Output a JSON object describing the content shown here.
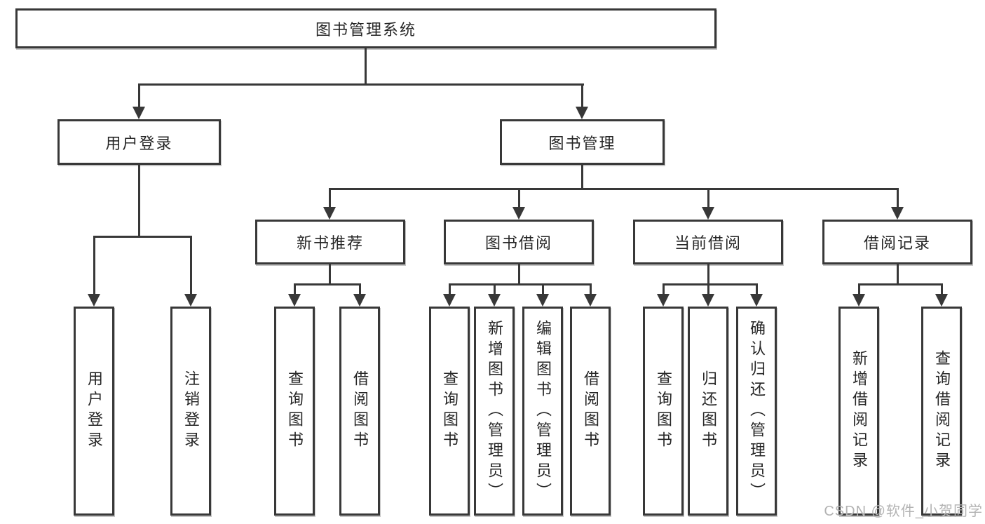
{
  "root": {
    "label": "图书管理系统"
  },
  "modules": [
    {
      "label": "用户登录",
      "children": [
        {
          "label": "用户登录"
        },
        {
          "label": "注销登录"
        }
      ]
    },
    {
      "label": "图书管理",
      "children": [
        {
          "label": "新书推荐",
          "children": [
            {
              "label": "查询图书"
            },
            {
              "label": "借阅图书"
            }
          ]
        },
        {
          "label": "图书借阅",
          "children": [
            {
              "label": "查询图书"
            },
            {
              "label": "新增图书（管理员）"
            },
            {
              "label": "编辑图书（管理员）"
            },
            {
              "label": "借阅图书"
            }
          ]
        },
        {
          "label": "当前借阅",
          "children": [
            {
              "label": "查询图书"
            },
            {
              "label": "归还图书"
            },
            {
              "label": "确认归还（管理员）"
            }
          ]
        },
        {
          "label": "借阅记录",
          "children": [
            {
              "label": "新增借阅记录"
            },
            {
              "label": "查询借阅记录"
            }
          ]
        }
      ]
    }
  ],
  "watermark": {
    "text": "CSDN @软件_小贺同学"
  },
  "colors": {
    "line": "#383838",
    "text": "#262626",
    "watermark": "#b3b3b3",
    "background": "#ffffff"
  }
}
